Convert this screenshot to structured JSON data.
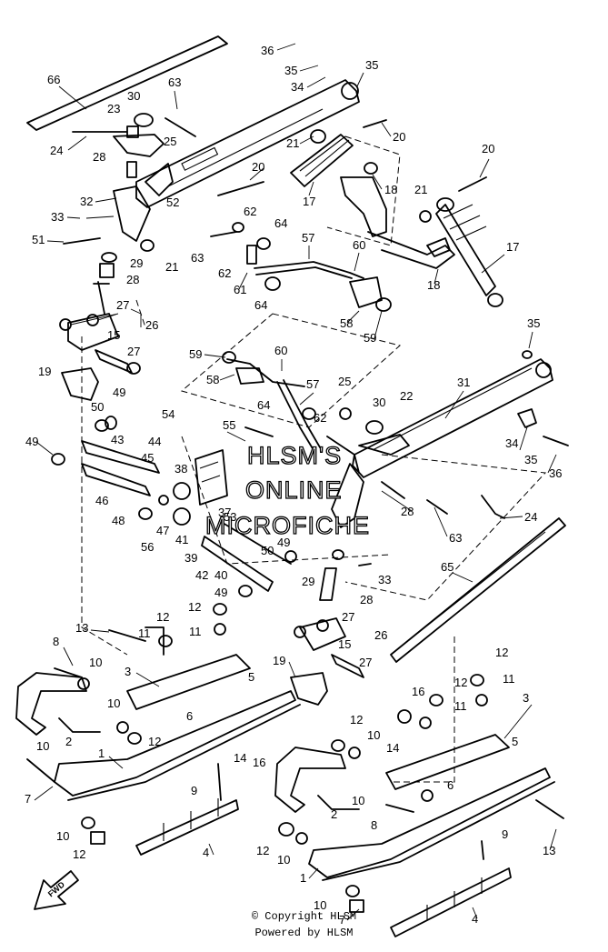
{
  "diagram": {
    "callouts": [
      {
        "id": "c36a",
        "text": "36"
      },
      {
        "id": "c35a",
        "text": "35"
      },
      {
        "id": "c34a",
        "text": "34"
      },
      {
        "id": "c35b",
        "text": "35"
      },
      {
        "id": "c66",
        "text": "66"
      },
      {
        "id": "c63a",
        "text": "63"
      },
      {
        "id": "c30a",
        "text": "30"
      },
      {
        "id": "c23",
        "text": "23"
      },
      {
        "id": "c25a",
        "text": "25"
      },
      {
        "id": "c24a",
        "text": "24"
      },
      {
        "id": "c20a",
        "text": "20"
      },
      {
        "id": "c21a",
        "text": "21"
      },
      {
        "id": "c20b",
        "text": "20"
      },
      {
        "id": "c28a",
        "text": "28"
      },
      {
        "id": "c20c",
        "text": "20"
      },
      {
        "id": "c18a",
        "text": "18"
      },
      {
        "id": "c17a",
        "text": "17"
      },
      {
        "id": "c32",
        "text": "32"
      },
      {
        "id": "c52",
        "text": "52"
      },
      {
        "id": "c21b",
        "text": "21"
      },
      {
        "id": "c33a",
        "text": "33"
      },
      {
        "id": "c62a",
        "text": "62"
      },
      {
        "id": "c64a",
        "text": "64"
      },
      {
        "id": "c51",
        "text": "51"
      },
      {
        "id": "c63b",
        "text": "63"
      },
      {
        "id": "c57a",
        "text": "57"
      },
      {
        "id": "c60a",
        "text": "60"
      },
      {
        "id": "c29a",
        "text": "29"
      },
      {
        "id": "c21c",
        "text": "21"
      },
      {
        "id": "c62b",
        "text": "62"
      },
      {
        "id": "c28b",
        "text": "28"
      },
      {
        "id": "c61a",
        "text": "61"
      },
      {
        "id": "c18b",
        "text": "18"
      },
      {
        "id": "c17b",
        "text": "17"
      },
      {
        "id": "c64b",
        "text": "64"
      },
      {
        "id": "c27a",
        "text": "27"
      },
      {
        "id": "c26a",
        "text": "26"
      },
      {
        "id": "c58a",
        "text": "58"
      },
      {
        "id": "c59a",
        "text": "59"
      },
      {
        "id": "c35c",
        "text": "35"
      },
      {
        "id": "c15a",
        "text": "15"
      },
      {
        "id": "c27b",
        "text": "27"
      },
      {
        "id": "c59b",
        "text": "59"
      },
      {
        "id": "c60b",
        "text": "60"
      },
      {
        "id": "c19a",
        "text": "19"
      },
      {
        "id": "c58b",
        "text": "58"
      },
      {
        "id": "c57b",
        "text": "57"
      },
      {
        "id": "c31",
        "text": "31"
      },
      {
        "id": "c25b",
        "text": "25"
      },
      {
        "id": "c30b",
        "text": "30"
      },
      {
        "id": "c49a",
        "text": "49"
      },
      {
        "id": "c50a",
        "text": "50"
      },
      {
        "id": "c64c",
        "text": "64"
      },
      {
        "id": "c22",
        "text": "22"
      },
      {
        "id": "c54",
        "text": "54"
      },
      {
        "id": "c62c",
        "text": "62"
      },
      {
        "id": "c55",
        "text": "55"
      },
      {
        "id": "c34b",
        "text": "34"
      },
      {
        "id": "c35d",
        "text": "35"
      },
      {
        "id": "c36b",
        "text": "36"
      },
      {
        "id": "c49b",
        "text": "49"
      },
      {
        "id": "c43",
        "text": "43"
      },
      {
        "id": "c44",
        "text": "44"
      },
      {
        "id": "c45",
        "text": "45"
      },
      {
        "id": "c38",
        "text": "38"
      },
      {
        "id": "c46",
        "text": "46"
      },
      {
        "id": "c37",
        "text": "37"
      },
      {
        "id": "c28c",
        "text": "28"
      },
      {
        "id": "c63c",
        "text": "63"
      },
      {
        "id": "c24b",
        "text": "24"
      },
      {
        "id": "c48",
        "text": "48"
      },
      {
        "id": "c47",
        "text": "47"
      },
      {
        "id": "c53",
        "text": "53"
      },
      {
        "id": "c56",
        "text": "56"
      },
      {
        "id": "c41",
        "text": "41"
      },
      {
        "id": "c39",
        "text": "39"
      },
      {
        "id": "c50b",
        "text": "50"
      },
      {
        "id": "c49c",
        "text": "49"
      },
      {
        "id": "c42",
        "text": "42"
      },
      {
        "id": "c40",
        "text": "40"
      },
      {
        "id": "c49d",
        "text": "49"
      },
      {
        "id": "c29b",
        "text": "29"
      },
      {
        "id": "c33b",
        "text": "33"
      },
      {
        "id": "c65",
        "text": "65"
      },
      {
        "id": "c28d",
        "text": "28"
      },
      {
        "id": "c12a",
        "text": "12"
      },
      {
        "id": "c12b",
        "text": "12"
      },
      {
        "id": "c11a",
        "text": "11"
      },
      {
        "id": "c13a",
        "text": "13"
      },
      {
        "id": "c11b",
        "text": "11"
      },
      {
        "id": "c27c",
        "text": "27"
      },
      {
        "id": "c26b",
        "text": "26"
      },
      {
        "id": "c8a",
        "text": "8"
      },
      {
        "id": "c10a",
        "text": "10"
      },
      {
        "id": "c3a",
        "text": "3"
      },
      {
        "id": "c19b",
        "text": "19"
      },
      {
        "id": "c15b",
        "text": "15"
      },
      {
        "id": "c27d",
        "text": "27"
      },
      {
        "id": "c12c",
        "text": "12"
      },
      {
        "id": "c5a",
        "text": "5"
      },
      {
        "id": "c10b",
        "text": "10"
      },
      {
        "id": "c6a",
        "text": "6"
      },
      {
        "id": "c12d",
        "text": "12"
      },
      {
        "id": "c16a",
        "text": "16"
      },
      {
        "id": "c12e",
        "text": "12"
      },
      {
        "id": "c11c",
        "text": "11"
      },
      {
        "id": "c2a",
        "text": "2"
      },
      {
        "id": "c3b",
        "text": "3"
      },
      {
        "id": "c14a",
        "text": "14"
      },
      {
        "id": "c16b",
        "text": "16"
      },
      {
        "id": "c12f",
        "text": "12"
      },
      {
        "id": "c11d",
        "text": "11"
      },
      {
        "id": "c10c",
        "text": "10"
      },
      {
        "id": "c10d",
        "text": "10"
      },
      {
        "id": "c1a",
        "text": "1"
      },
      {
        "id": "c14b",
        "text": "14"
      },
      {
        "id": "c5b",
        "text": "5"
      },
      {
        "id": "c7a",
        "text": "7"
      },
      {
        "id": "c9a",
        "text": "9"
      },
      {
        "id": "c6b",
        "text": "6"
      },
      {
        "id": "c2b",
        "text": "2"
      },
      {
        "id": "c10e",
        "text": "10"
      },
      {
        "id": "c8b",
        "text": "8"
      },
      {
        "id": "c10f",
        "text": "10"
      },
      {
        "id": "c12g",
        "text": "12"
      },
      {
        "id": "c4a",
        "text": "4"
      },
      {
        "id": "c12h",
        "text": "12"
      },
      {
        "id": "c10g",
        "text": "10"
      },
      {
        "id": "c13b",
        "text": "13"
      },
      {
        "id": "c9b",
        "text": "9"
      },
      {
        "id": "c1b",
        "text": "1"
      },
      {
        "id": "c10h",
        "text": "10"
      },
      {
        "id": "c7b",
        "text": "7"
      },
      {
        "id": "c4b",
        "text": "4"
      }
    ],
    "fwd_label": "FWD",
    "watermark": [
      "HLSM'S",
      "ONLINE",
      "MICROFICHE"
    ]
  },
  "footer": {
    "copyright": "© Copyright HLSM",
    "powered_by": "Powered by HLSM"
  }
}
